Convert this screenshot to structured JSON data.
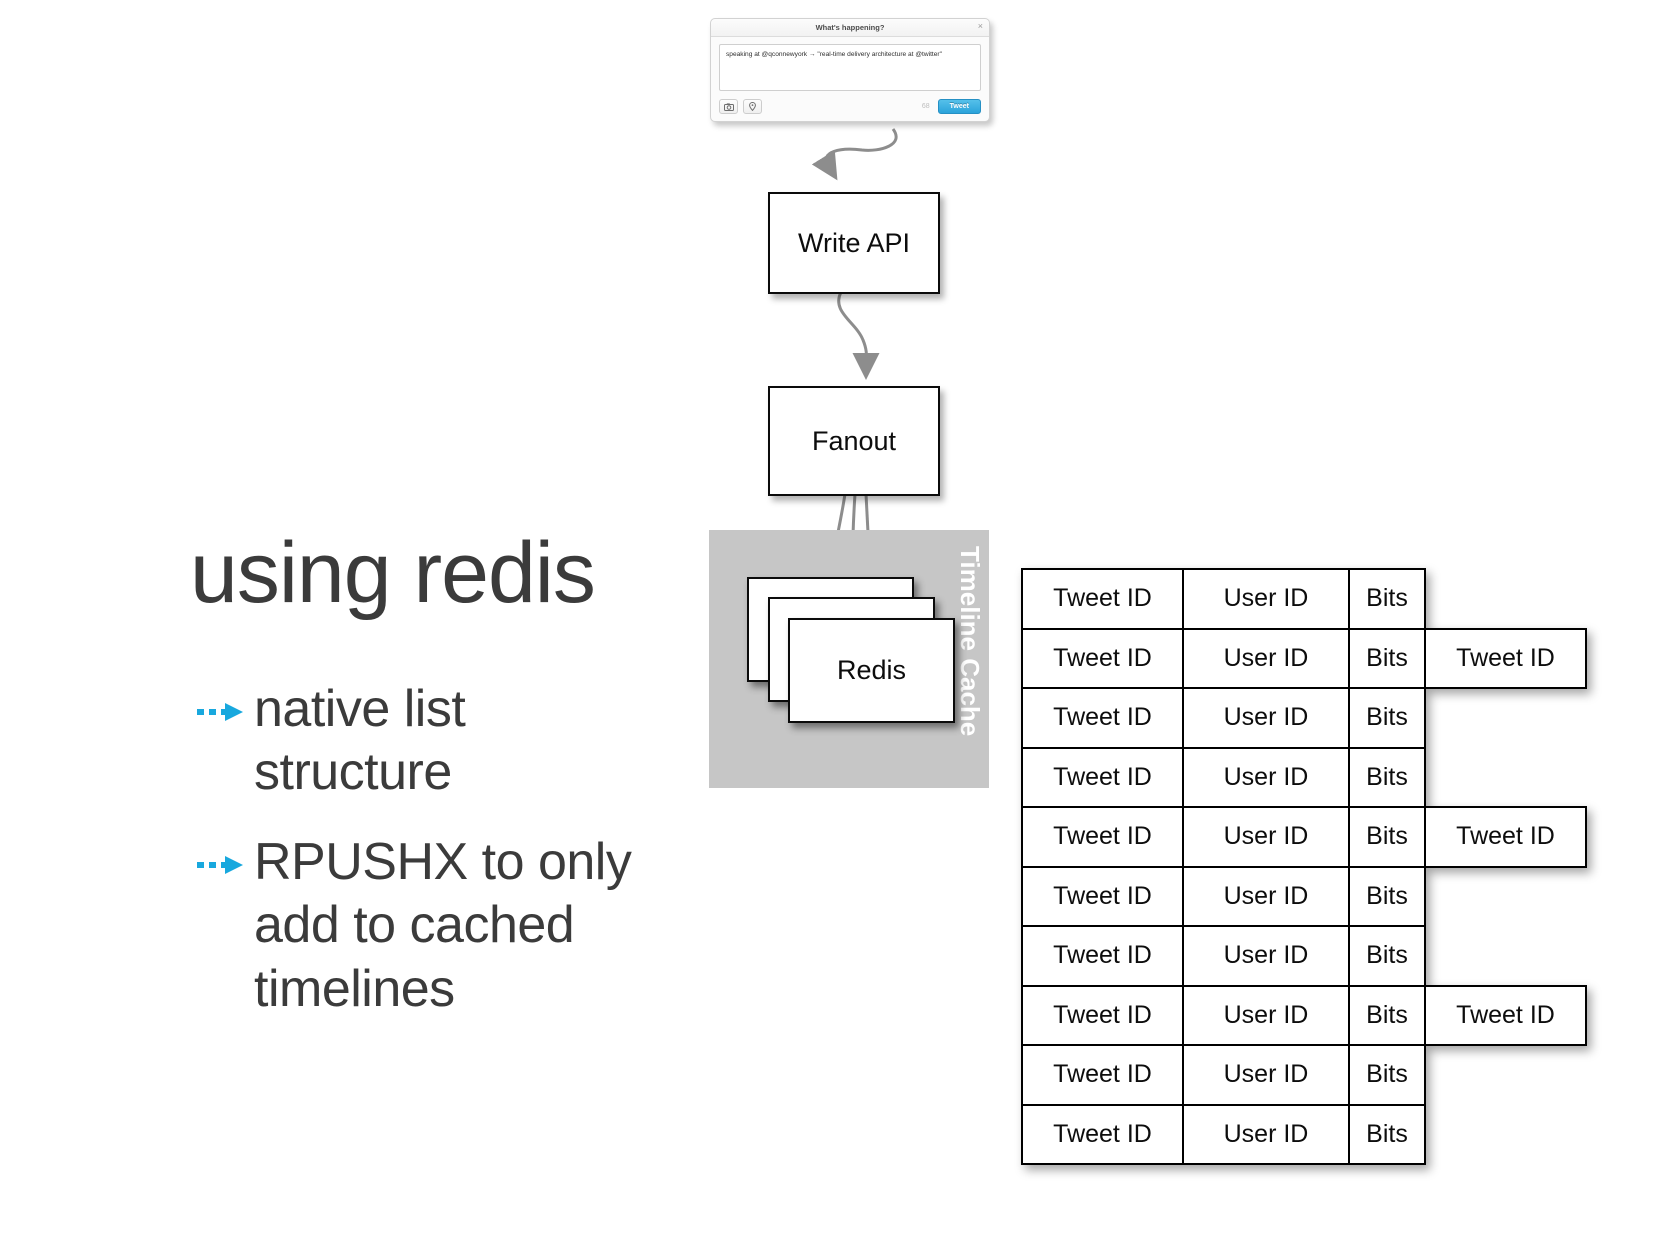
{
  "slide": {
    "title": "using redis",
    "bullets": [
      {
        "text": "native list structure",
        "icon": "dashed-arrow-icon"
      },
      {
        "text": "RPUSHX to only add to cached timelines",
        "icon": "dashed-arrow-icon"
      }
    ],
    "accent_color": "#18A8DE",
    "text_color": "#3b3b3b"
  },
  "tweet_box": {
    "title": "What's happening?",
    "close_label": "×",
    "compose_value": "speaking at @qconnewyork → \"real-time delivery architecture at @twitter\"",
    "compose_placeholder": "What's happening?",
    "camera_icon": "camera-icon",
    "location_icon": "location-pin-icon",
    "char_count": "68",
    "submit_label": "Tweet"
  },
  "diagram": {
    "write_api_label": "Write API",
    "fanout_label": "Fanout",
    "timeline_cache_label": "Timeline Cache",
    "redis_label": "Redis",
    "arrow_color": "#8a8a8a"
  },
  "cache_table": {
    "columns": [
      "Tweet ID",
      "User ID",
      "Bits"
    ],
    "extra_column_label": "Tweet ID",
    "rows": [
      {
        "tweet_id": "Tweet ID",
        "user_id": "User ID",
        "bits": "Bits",
        "extra": null
      },
      {
        "tweet_id": "Tweet ID",
        "user_id": "User ID",
        "bits": "Bits",
        "extra": "Tweet ID"
      },
      {
        "tweet_id": "Tweet ID",
        "user_id": "User ID",
        "bits": "Bits",
        "extra": null
      },
      {
        "tweet_id": "Tweet ID",
        "user_id": "User ID",
        "bits": "Bits",
        "extra": null
      },
      {
        "tweet_id": "Tweet ID",
        "user_id": "User ID",
        "bits": "Bits",
        "extra": "Tweet ID"
      },
      {
        "tweet_id": "Tweet ID",
        "user_id": "User ID",
        "bits": "Bits",
        "extra": null
      },
      {
        "tweet_id": "Tweet ID",
        "user_id": "User ID",
        "bits": "Bits",
        "extra": null
      },
      {
        "tweet_id": "Tweet ID",
        "user_id": "User ID",
        "bits": "Bits",
        "extra": "Tweet ID"
      },
      {
        "tweet_id": "Tweet ID",
        "user_id": "User ID",
        "bits": "Bits",
        "extra": null
      },
      {
        "tweet_id": "Tweet ID",
        "user_id": "User ID",
        "bits": "Bits",
        "extra": null
      }
    ]
  }
}
